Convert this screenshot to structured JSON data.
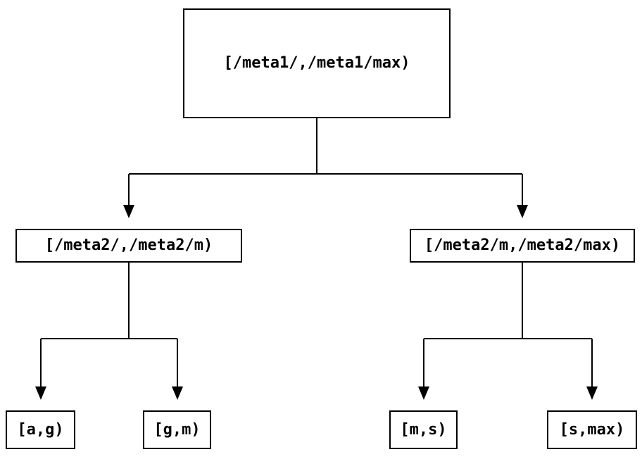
{
  "diagram": {
    "type": "binary-tree",
    "colors": {
      "line": "#000000",
      "text": "#000000",
      "node_fill": "#ffffff",
      "background": "#ffffff"
    },
    "nodes": {
      "root": {
        "label": "[/meta1/,/meta1/max)"
      },
      "left": {
        "label": "[/meta2/,/meta2/m)"
      },
      "right": {
        "label": "[/meta2/m,/meta2/max)"
      },
      "leaf_ag": {
        "label": "[a,g)"
      },
      "leaf_gm": {
        "label": "[g,m)"
      },
      "leaf_ms": {
        "label": "[m,s)"
      },
      "leaf_smax": {
        "label": "[s,max)"
      }
    },
    "edges": [
      {
        "from": "root",
        "to": "left",
        "arrow": "down"
      },
      {
        "from": "root",
        "to": "right",
        "arrow": "down"
      },
      {
        "from": "left",
        "to": "leaf_ag",
        "arrow": "down"
      },
      {
        "from": "left",
        "to": "leaf_gm",
        "arrow": "down"
      },
      {
        "from": "right",
        "to": "leaf_ms",
        "arrow": "down"
      },
      {
        "from": "right",
        "to": "leaf_smax",
        "arrow": "down"
      }
    ]
  }
}
